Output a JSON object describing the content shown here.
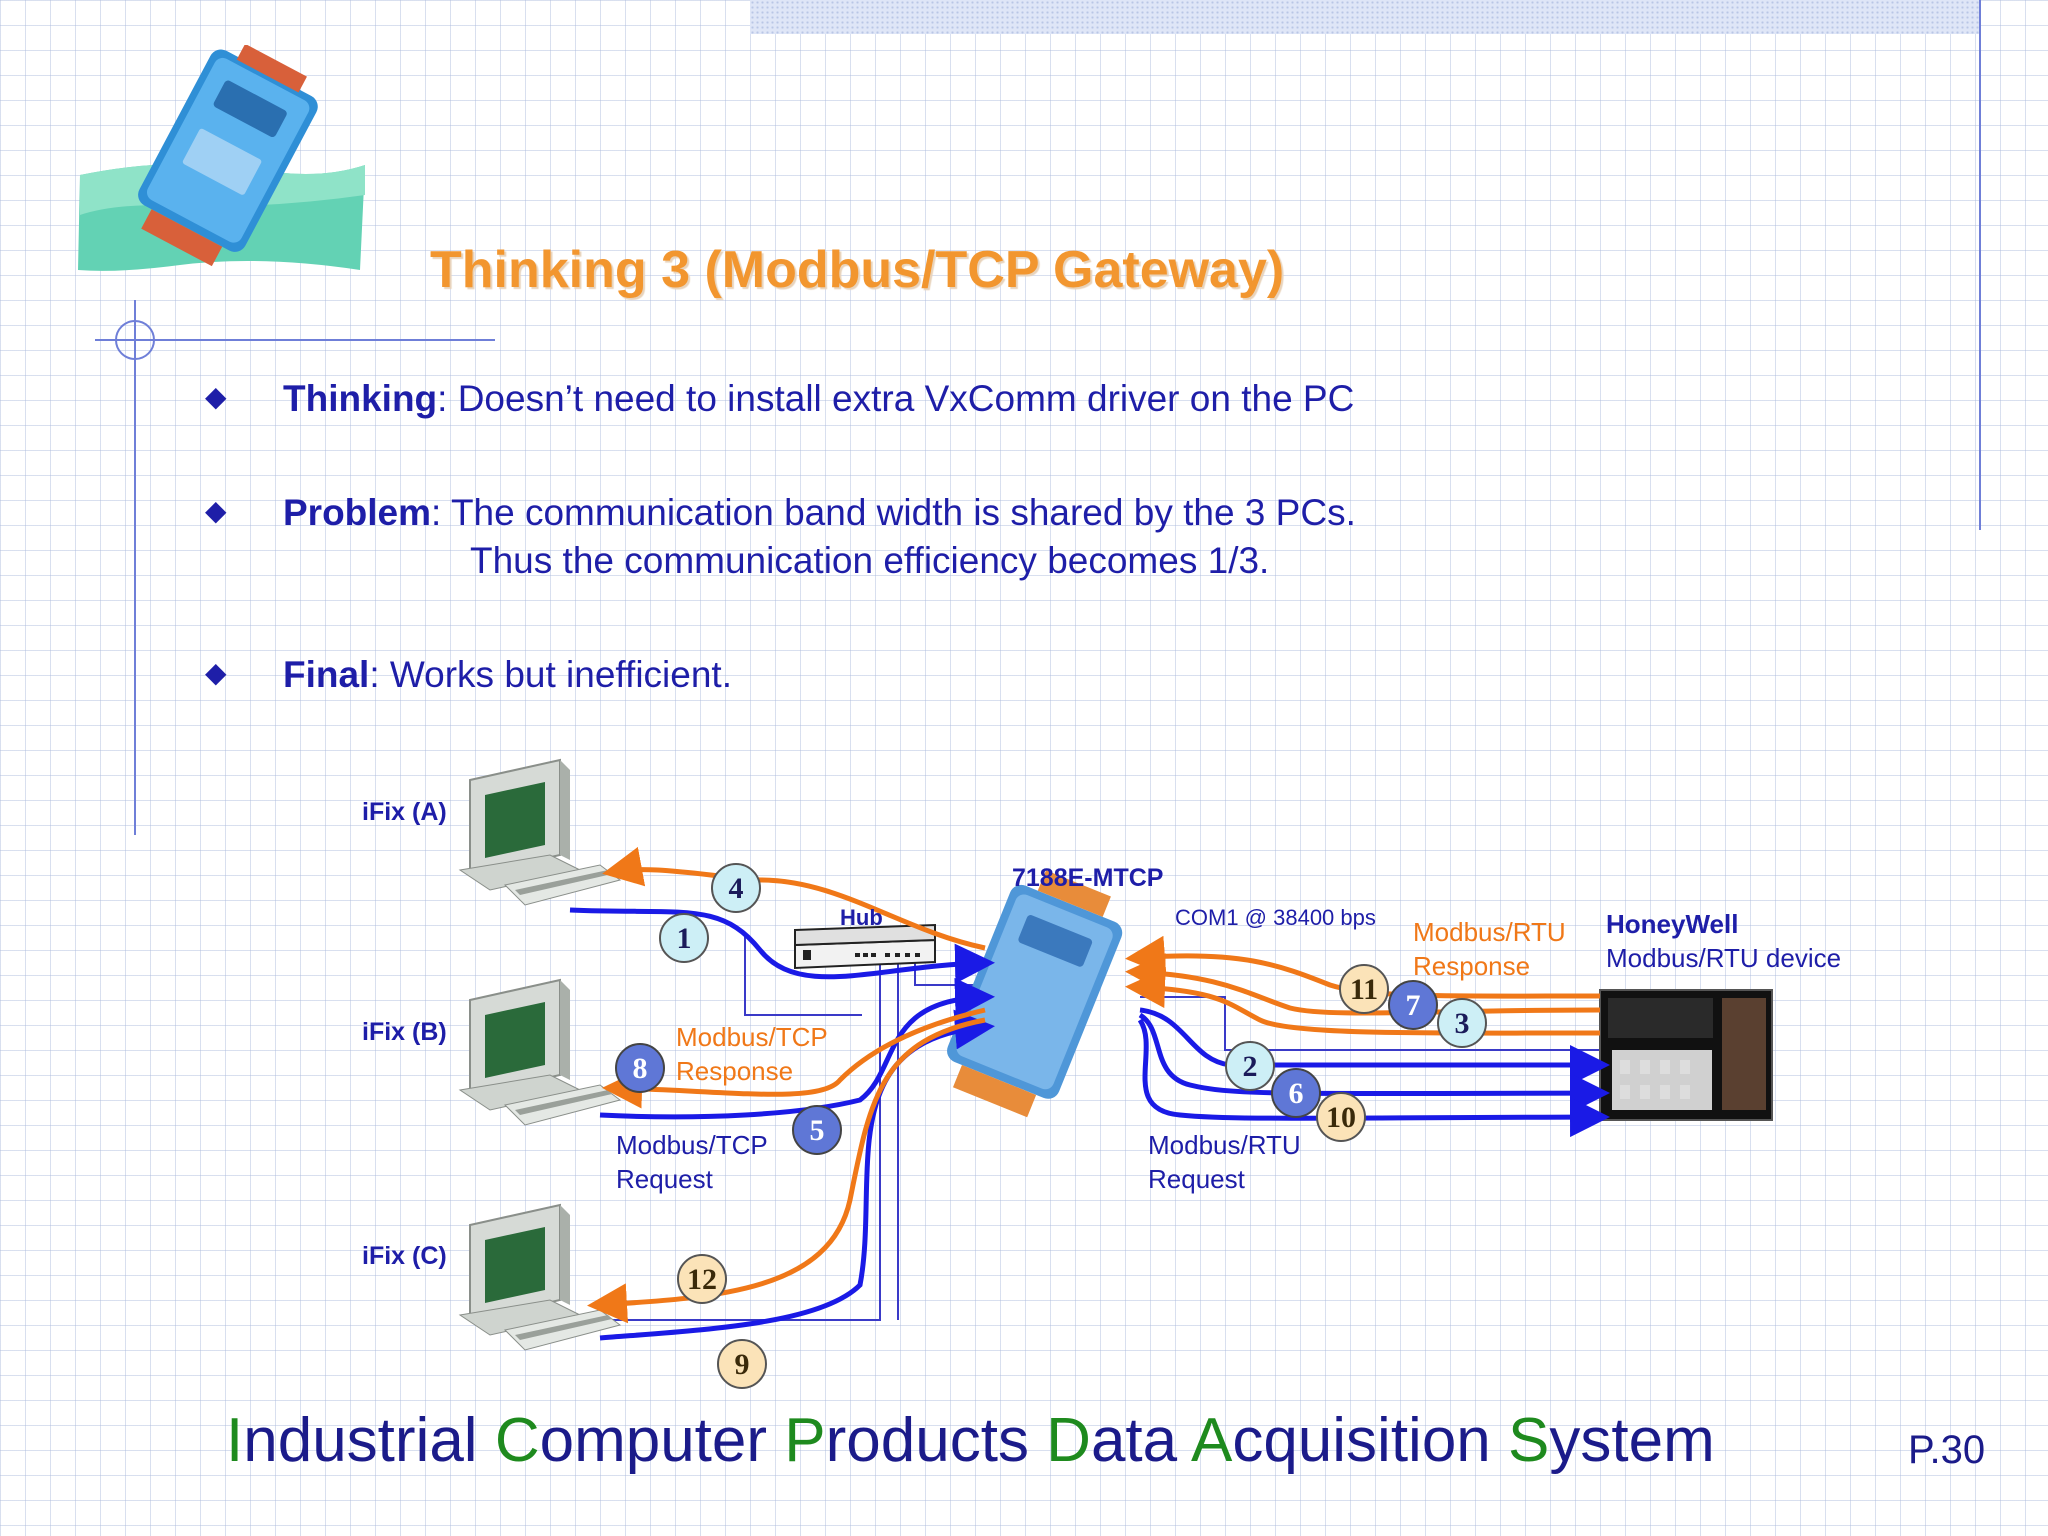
{
  "title": "Thinking 3 (Modbus/TCP Gateway)",
  "bullets": [
    {
      "label": "Thinking",
      "text": ": Doesn’t need to install extra VxComm driver on the PC"
    },
    {
      "label": "Problem",
      "text": ": The communication band width is shared by the 3 PCs.",
      "text2": "Thus the communication efficiency becomes 1/3."
    },
    {
      "label": "Final",
      "text": ": Works but inefficient."
    }
  ],
  "diagram": {
    "pcs": [
      "iFix (A)",
      "iFix (B)",
      "iFix (C)"
    ],
    "hub_label": "Hub",
    "gateway_label": "7188E-MTCP",
    "com_label": "COM1 @ 38400 bps",
    "device_name": "HoneyWell",
    "device_desc": "Modbus/RTU device",
    "tcp_response": [
      "Modbus/TCP",
      "Response"
    ],
    "tcp_request": [
      "Modbus/TCP",
      "Request"
    ],
    "rtu_response": [
      "Modbus/RTU",
      "Response"
    ],
    "rtu_request": [
      "Modbus/RTU",
      "Request"
    ],
    "steps": [
      "1",
      "2",
      "3",
      "4",
      "5",
      "6",
      "7",
      "8",
      "9",
      "10",
      "11",
      "12"
    ]
  },
  "footer": {
    "words": [
      {
        "cap": "I",
        "rest": "ndustrial "
      },
      {
        "cap": "C",
        "rest": "omputer "
      },
      {
        "cap": "P",
        "rest": "roducts "
      },
      {
        "cap": "D",
        "rest": "ata "
      },
      {
        "cap": "A",
        "rest": "cquisition "
      },
      {
        "cap": "S",
        "rest": "ystem"
      }
    ],
    "page": "P.30"
  },
  "colors": {
    "request": "#1a1ae6",
    "response": "#f07818",
    "title": "#f2962f",
    "text": "#1e1ea8",
    "footer_cap": "#1e8a1e"
  }
}
